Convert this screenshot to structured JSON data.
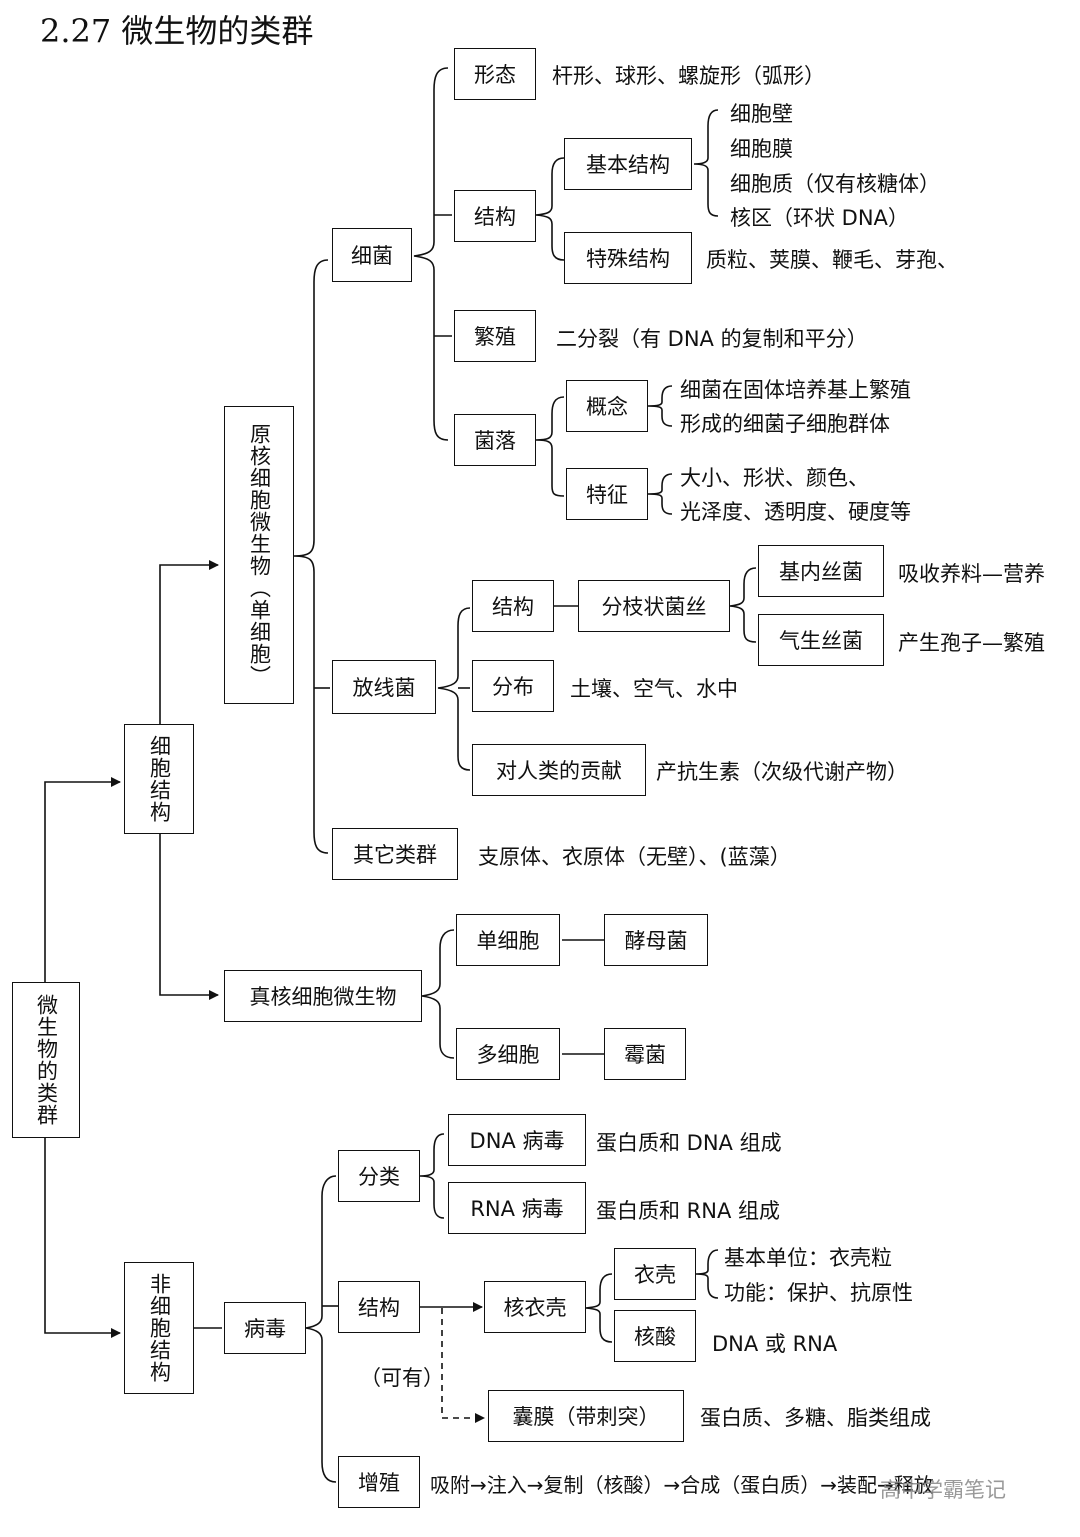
{
  "title": "2.27 微生物的类群",
  "watermark": "高中学霸笔记",
  "root": "微生物的类群",
  "cell": "细胞结构",
  "noncell": "非细胞结构",
  "prokaryote": "原核细胞微生物（单细胞）",
  "eukaryote": "真核细胞微生物",
  "bacteria": {
    "label": "细菌",
    "shape": "形态",
    "shape_desc": "杆形、球形、螺旋形（弧形）",
    "structure": "结构",
    "basic": "基本结构",
    "basic_items": [
      "细胞壁",
      "细胞膜",
      "细胞质（仅有核糖体）",
      "核区（环状 DNA）"
    ],
    "special": "特殊结构",
    "special_desc": "质粒、荚膜、鞭毛、芽孢、",
    "repro": "繁殖",
    "repro_desc": "二分裂（有 DNA 的复制和平分）",
    "colony": "菌落",
    "concept": "概念",
    "concept_items": [
      "细菌在固体培养基上繁殖",
      "形成的细菌子细胞群体"
    ],
    "feature": "特征",
    "feature_items": [
      "大小、形状、颜色、",
      "光泽度、透明度、硬度等"
    ]
  },
  "actino": {
    "label": "放线菌",
    "structure": "结构",
    "branch": "分枝状菌丝",
    "substrate": "基内丝菌",
    "substrate_desc": "吸收养料—营养",
    "aerial": "气生丝菌",
    "aerial_desc": "产生孢子—繁殖",
    "dist": "分布",
    "dist_desc": "土壤、空气、水中",
    "contrib": "对人类的贡献",
    "contrib_desc": "产抗生素（次级代谢产物）"
  },
  "others": {
    "label": "其它类群",
    "desc": "支原体、衣原体（无壁）、(蓝藻）"
  },
  "euk": {
    "unicell": "单细胞",
    "yeast": "酵母菌",
    "multicell": "多细胞",
    "mold": "霉菌"
  },
  "virus": {
    "label": "病毒",
    "classify": "分类",
    "dna": "DNA 病毒",
    "dna_desc": "蛋白质和 DNA 组成",
    "rna": "RNA 病毒",
    "rna_desc": "蛋白质和 RNA 组成",
    "structure": "结构",
    "nucleocapsid": "核衣壳",
    "capsid": "衣壳",
    "capsid_items": [
      "基本单位：衣壳粒",
      "功能：保护、抗原性"
    ],
    "nucleic": "核酸",
    "nucleic_desc": "DNA 或 RNA",
    "optional": "（可有）",
    "envelope": "囊膜（带刺突）",
    "envelope_desc": "蛋白质、多糖、脂类组成",
    "repro": "增殖",
    "repro_desc": "吸附→注入→复制（核酸）→合成（蛋白质）→装配→释放"
  }
}
